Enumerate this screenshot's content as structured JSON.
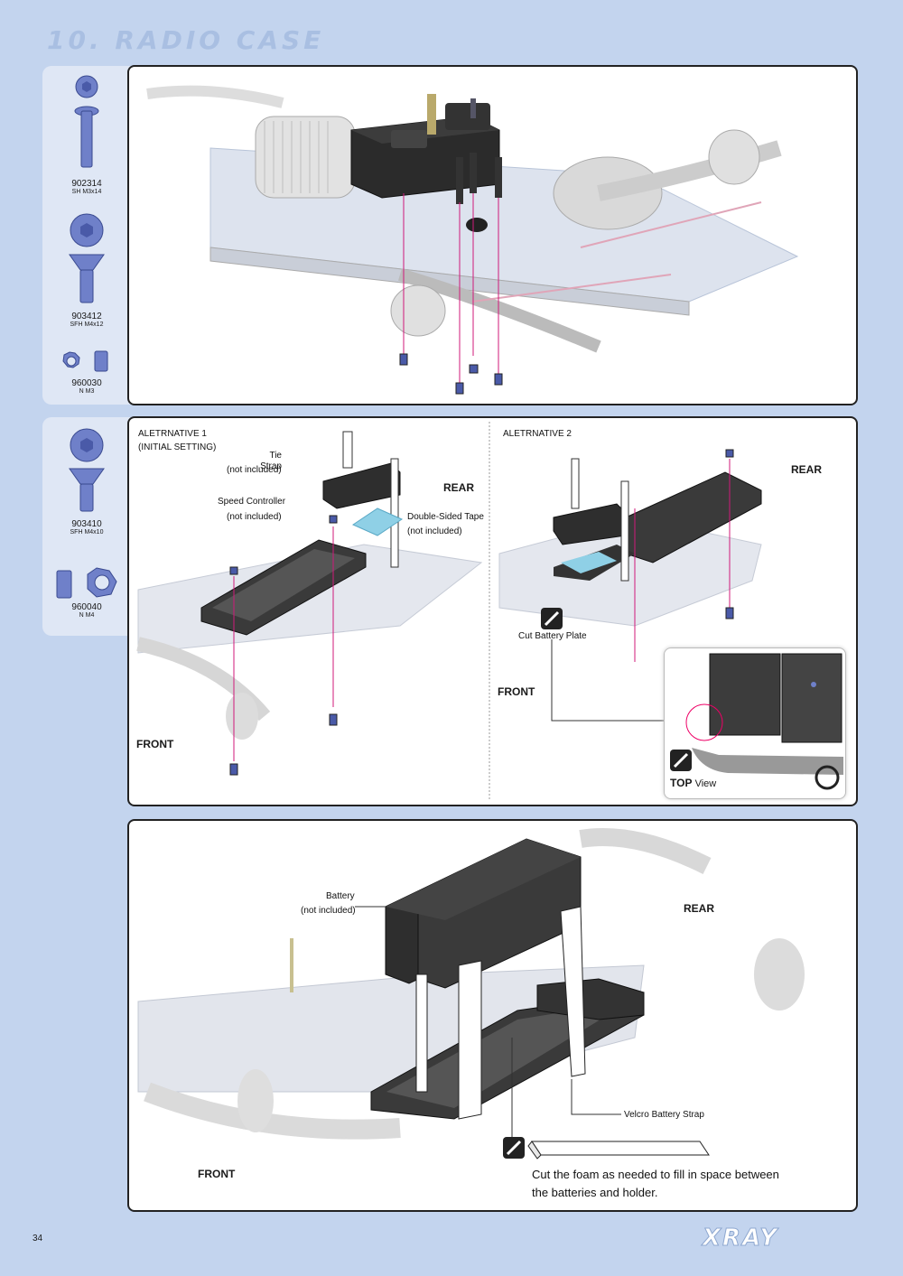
{
  "page": {
    "title": "10. RADIO CASE",
    "page_number": "34",
    "brand": "XRAY"
  },
  "parts_top": [
    {
      "code": "902314",
      "desc": "SH M3x14"
    },
    {
      "code": "903412",
      "desc": "SFH M4x12"
    },
    {
      "code": "960030",
      "desc": "N M3"
    }
  ],
  "parts_mid": [
    {
      "code": "903410",
      "desc": "SFH M4x10"
    },
    {
      "code": "960040",
      "desc": "N M4"
    }
  ],
  "step2": {
    "alt1_title": "ALETRNATIVE 1",
    "alt1_sub": "(INITIAL SETTING)",
    "alt2_title": "ALETRNATIVE 2",
    "tie_strap": "Tie Strap",
    "tie_strap_note": "(not included)",
    "speed_controller": "Speed Controller",
    "speed_controller_note": "(not included)",
    "tape": "Double-Sided Tape",
    "tape_note": "(not included)",
    "cut_plate": "Cut Battery Plate",
    "rear": "REAR",
    "front": "FRONT",
    "top_view": "TOP",
    "top_view_suffix": "View"
  },
  "step3": {
    "battery": "Battery",
    "battery_note": "(not included)",
    "velcro": "Velcro Battery Strap",
    "rear": "REAR",
    "front": "FRONT",
    "foam_note_1": "Cut the foam as needed to fill in space between",
    "foam_note_2": "the batteries and holder."
  },
  "colors": {
    "background": "#c3d4ee",
    "parts_bg": "#dfe7f5",
    "screw_blue": "#6f80c9",
    "guide_pink": "#d0197a",
    "tape_blue": "#8fd0e6"
  }
}
